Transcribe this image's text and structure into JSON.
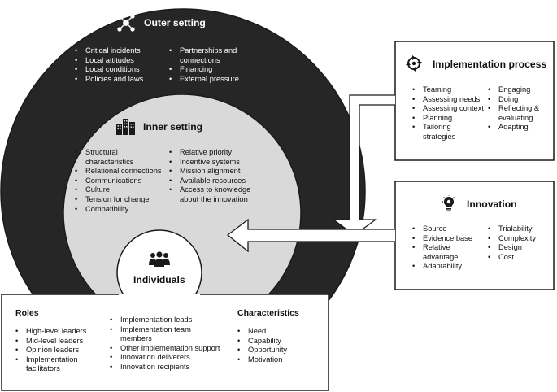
{
  "outer_setting": {
    "title": "Outer setting",
    "col1": [
      "Critical incidents",
      "Local attitudes",
      "Local conditions",
      "Policies and laws"
    ],
    "col2": [
      "Partnerships and connections",
      "Financing",
      "External pressure"
    ]
  },
  "inner_setting": {
    "title": "Inner setting",
    "col1": [
      "Structural characteristics",
      "Relational connections",
      "Communications",
      "Culture",
      "Tension for change",
      "Compatibility"
    ],
    "col2": [
      "Relative priority",
      "Incentive systems",
      "Mission alignment",
      "Available resources",
      "Access to knowledge about the innovation"
    ]
  },
  "individuals": {
    "title": "Individuals",
    "roles_title": "Roles",
    "roles": [
      "High-level leaders",
      "Mid-level leaders",
      "Opinion leaders",
      "Implementation facilitators"
    ],
    "roles_col2": [
      "Implementation leads",
      "Implementation team members",
      "Other implementation support",
      "Innovation deliverers",
      "Innovation recipients"
    ],
    "characteristics_title": "Characteristics",
    "characteristics": [
      "Need",
      "Capability",
      "Opportunity",
      "Motivation"
    ]
  },
  "implementation_process": {
    "title": "Implementation process",
    "col1": [
      "Teaming",
      "Assessing needs",
      "Assessing context",
      "Planning",
      "Tailoring strategies"
    ],
    "col2": [
      "Engaging",
      "Doing",
      "Reflecting & evaluating",
      "Adapting"
    ]
  },
  "innovation": {
    "title": "Innovation",
    "col1": [
      "Source",
      "Evidence base",
      "Relative advantage",
      "Adaptability"
    ],
    "col2": [
      "Trialability",
      "Complexity",
      "Design",
      "Cost"
    ]
  },
  "icons": {
    "outer": "network-icon",
    "inner": "buildings-icon",
    "individuals": "people-group-icon",
    "process": "cycle-arrows-icon",
    "innovation": "lightbulb-icon"
  },
  "colors": {
    "outer_fill": "#262626",
    "inner_fill": "#d9d9d9",
    "stroke": "#1a1a1a",
    "box_fill": "#ffffff"
  }
}
